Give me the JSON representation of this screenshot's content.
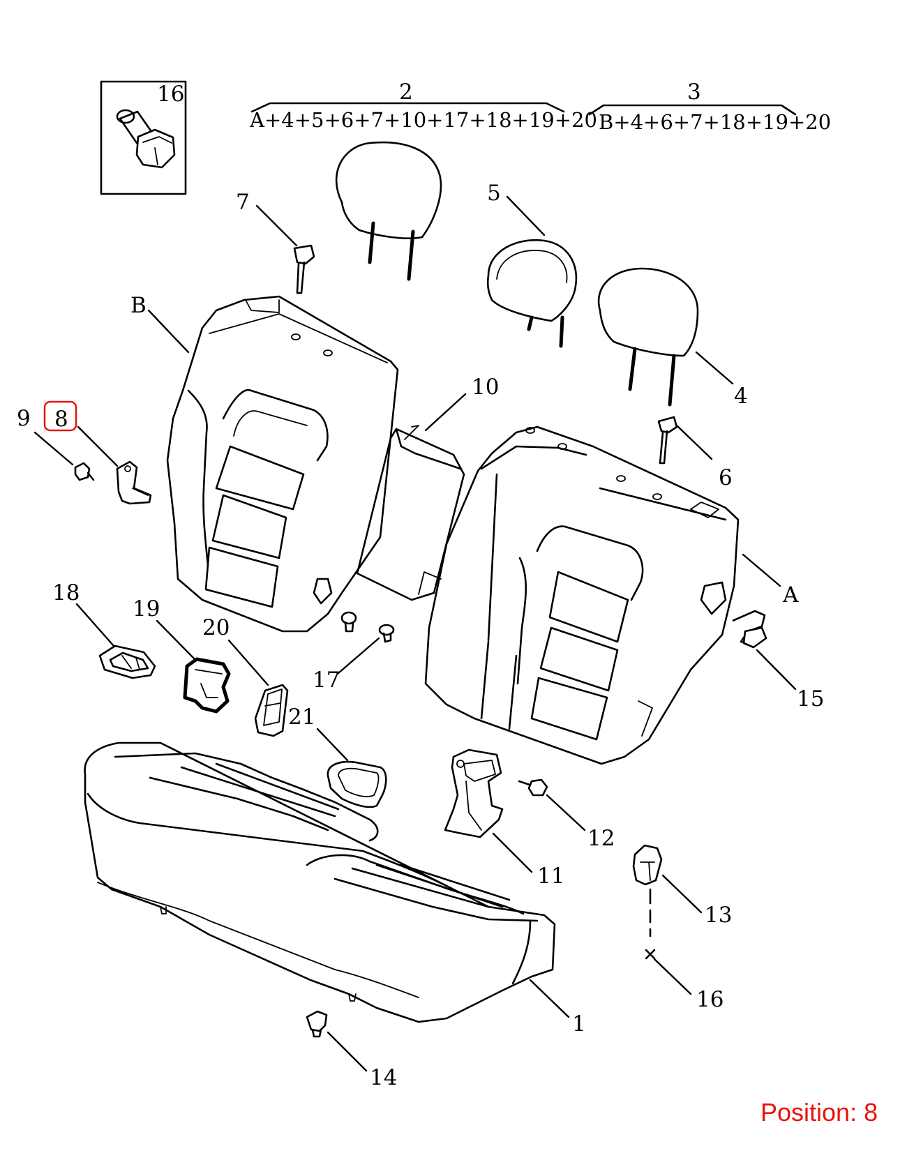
{
  "diagram": {
    "kits": [
      {
        "id": "kit-2",
        "number": "2",
        "formula": "A+4+5+6+7+10+17+18+19+20"
      },
      {
        "id": "kit-3",
        "number": "3",
        "formula": "B+4+6+7+18+19+20"
      }
    ],
    "labels": {
      "inset16": "16",
      "p1": "1",
      "p4": "4",
      "p5": "5",
      "p6": "6",
      "p7": "7",
      "p8": "8",
      "p9": "9",
      "p10": "10",
      "p11": "11",
      "p12": "12",
      "p13": "13",
      "p14": "14",
      "p15": "15",
      "p16": "16",
      "p17": "17",
      "p18": "18",
      "p19": "19",
      "p20": "20",
      "p21": "21",
      "pA": "A",
      "pB": "B"
    },
    "highlighted": "8",
    "highlight_color": "#e8130f",
    "position_text": "Position: 8"
  }
}
